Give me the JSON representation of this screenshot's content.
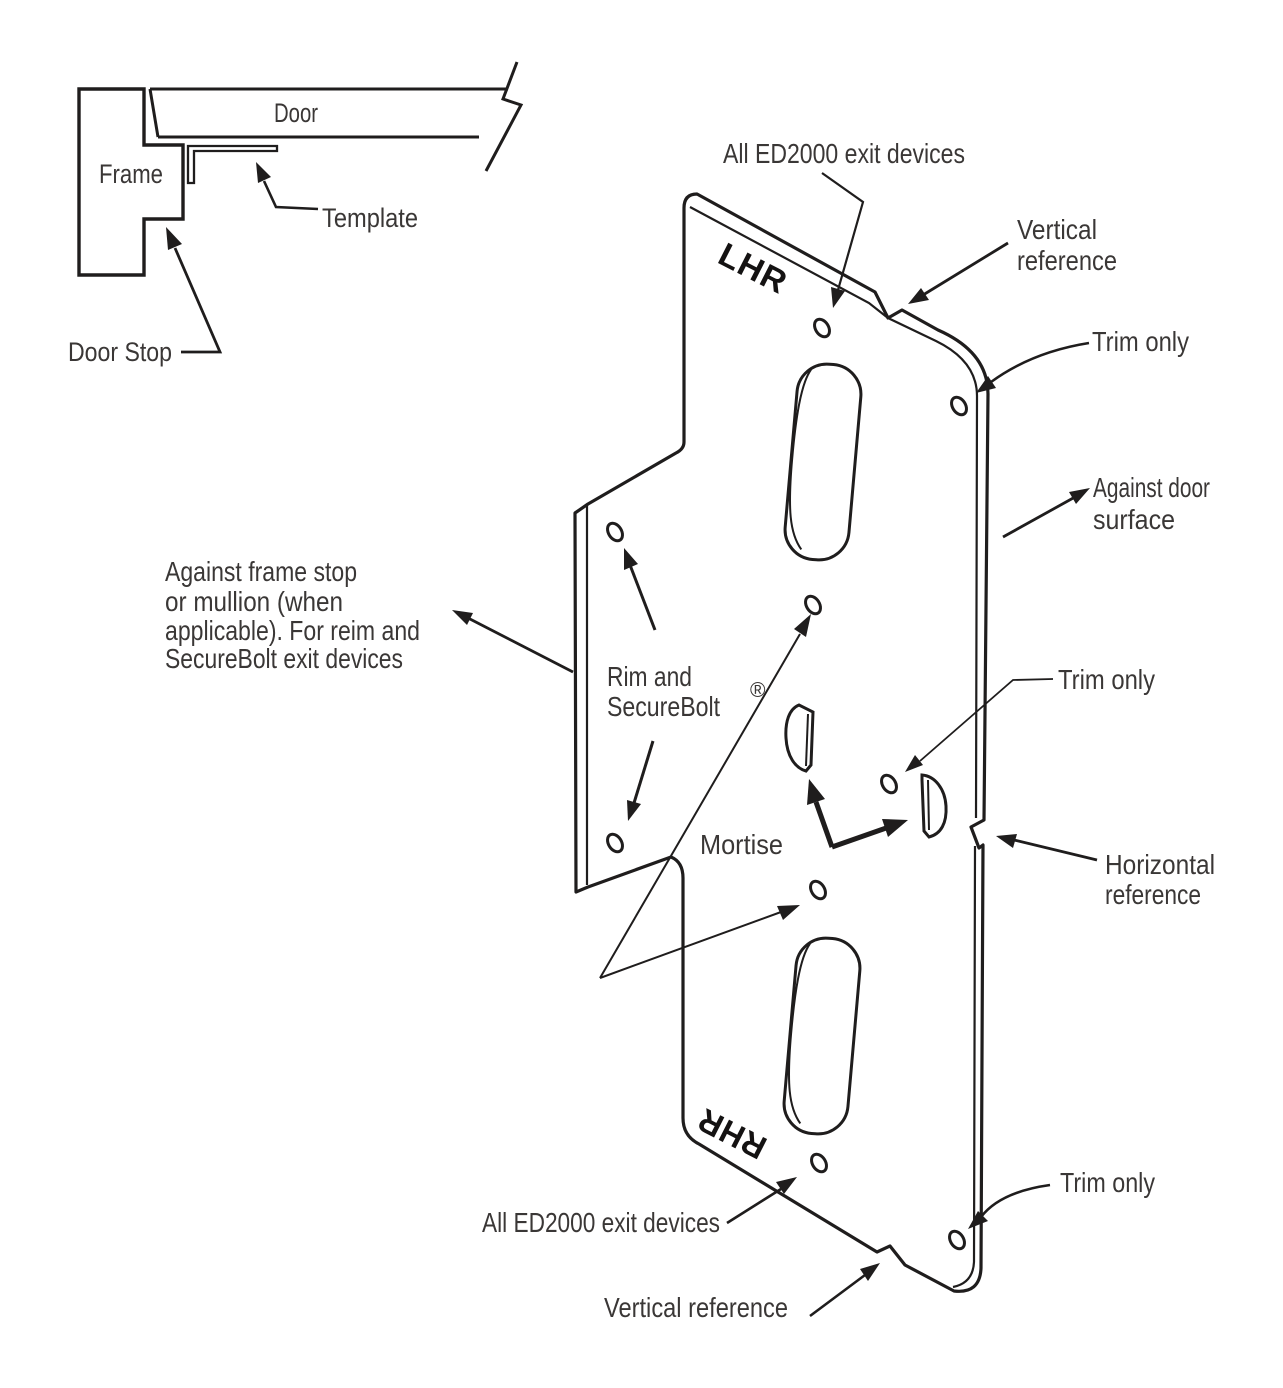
{
  "colors": {
    "ink": "#1f1d1d",
    "text": "#3a3736",
    "background": "#ffffff"
  },
  "cross_section": {
    "frame_label": "Frame",
    "door_label": "Door",
    "template_label": "Template",
    "door_stop_label": "Door Stop"
  },
  "plate": {
    "top_marking": "LHR",
    "bottom_marking": "RHR",
    "registered_mark": "®"
  },
  "annotations": {
    "all_ed2000_top": "All ED2000 exit devices",
    "vertical_reference_top": [
      "Vertical",
      "reference"
    ],
    "trim_only_top": "Trim only",
    "against_door": [
      "Against door",
      "surface"
    ],
    "against_frame": [
      "Against frame stop",
      "or mullion (when",
      "applicable). For reim and",
      "SecureBolt exit devices"
    ],
    "rim_securebolt": [
      "Rim and",
      "SecureBolt"
    ],
    "mortise": "Mortise",
    "trim_only_mid": "Trim only",
    "horizontal_reference": [
      "Horizontal",
      "reference"
    ],
    "all_ed2000_bottom": "All ED2000 exit devices",
    "vertical_reference_bottom": "Vertical reference",
    "trim_only_bottom": "Trim only"
  }
}
